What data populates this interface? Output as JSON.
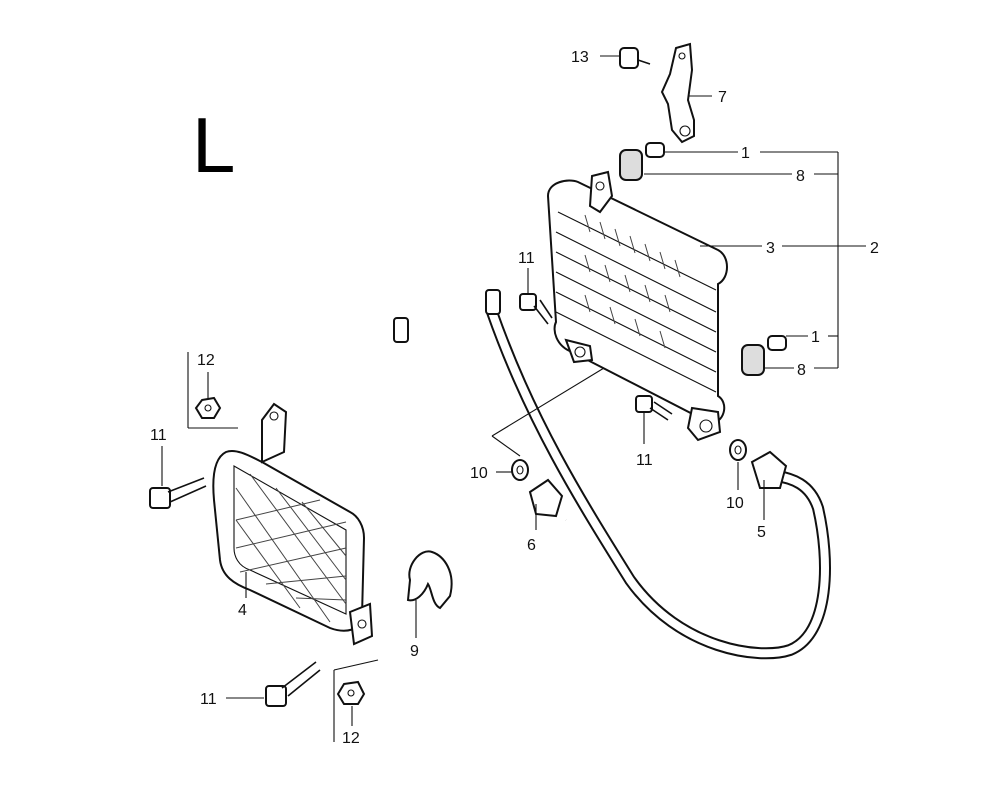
{
  "diagram": {
    "section_letter": "L",
    "callouts": [
      {
        "id": "c1a",
        "text": "1"
      },
      {
        "id": "c1b",
        "text": "1"
      },
      {
        "id": "c2",
        "text": "2"
      },
      {
        "id": "c3",
        "text": "3"
      },
      {
        "id": "c4",
        "text": "4"
      },
      {
        "id": "c5",
        "text": "5"
      },
      {
        "id": "c6",
        "text": "6"
      },
      {
        "id": "c7",
        "text": "7"
      },
      {
        "id": "c8a",
        "text": "8"
      },
      {
        "id": "c8b",
        "text": "8"
      },
      {
        "id": "c9",
        "text": "9"
      },
      {
        "id": "c10a",
        "text": "10"
      },
      {
        "id": "c10b",
        "text": "10"
      },
      {
        "id": "c11a",
        "text": "11"
      },
      {
        "id": "c11b",
        "text": "11"
      },
      {
        "id": "c11c",
        "text": "11"
      },
      {
        "id": "c11d",
        "text": "11"
      },
      {
        "id": "c12a",
        "text": "12"
      },
      {
        "id": "c12b",
        "text": "12"
      },
      {
        "id": "c13",
        "text": "13"
      }
    ]
  }
}
